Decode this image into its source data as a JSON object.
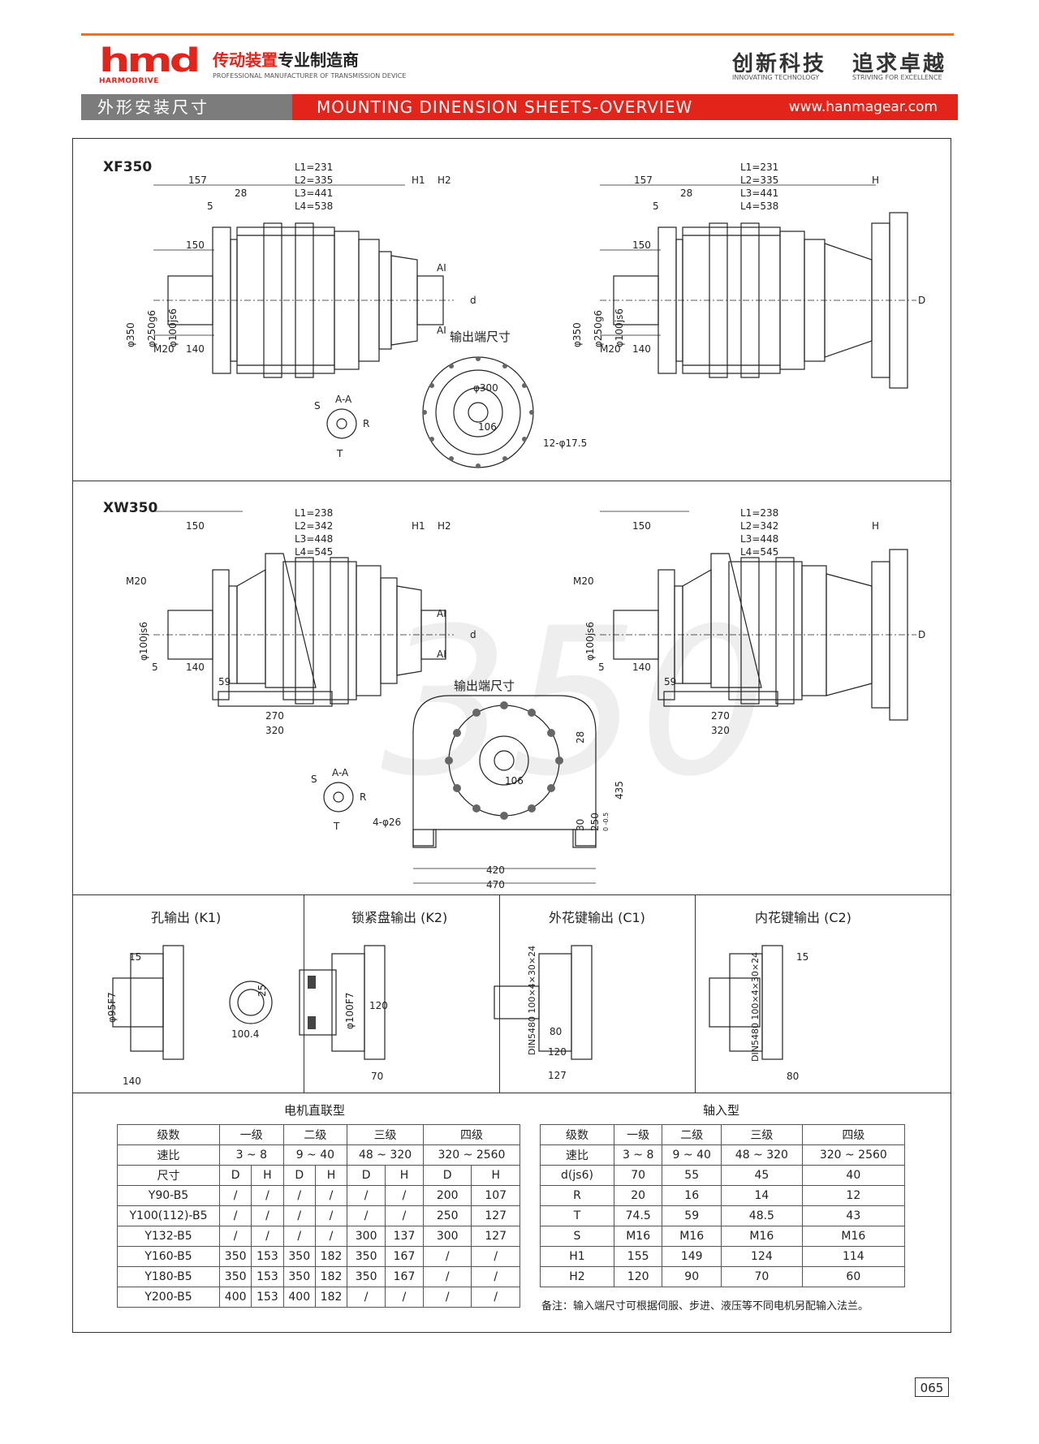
{
  "header": {
    "logo_text": "hmd",
    "logo_sub": "HARMODRIVE",
    "title_red": "传动装置",
    "title_black": "专业制造商",
    "title_en": "PROFESSIONAL MANUFACTURER OF TRANSMISSION DEVICE",
    "slogan1": "创新科技",
    "slogan1_en": "INNOVATING TECHNOLOGY",
    "slogan2": "追求卓越",
    "slogan2_en": "STRIVING FOR EXCELLENCE",
    "band_cn": "外形安装尺寸",
    "band_en": "MOUNTING DINENSION SHEETS-OVERVIEW",
    "website": "www.hanmagear.com"
  },
  "xf": {
    "label": "XF350",
    "l_values": [
      "L1=231",
      "L2=335",
      "L3=441",
      "L4=538"
    ],
    "d157": "157",
    "d28": "28",
    "d5": "5",
    "d150": "150",
    "d140": "140",
    "h1": "H1",
    "h2": "H2",
    "h": "H",
    "al": "AI",
    "d": "d",
    "dD": "D",
    "dia350": "φ350",
    "dia250": "φ250g6",
    "dia100": "φ100js6",
    "m20": "M20",
    "output_title": "输出端尺寸",
    "d300": "φ300",
    "d106": "106",
    "holes": "12-φ17.5",
    "aa": "A-A",
    "s": "S",
    "r": "R",
    "t": "T"
  },
  "xw": {
    "label": "XW350",
    "l_values": [
      "L1=238",
      "L2=342",
      "L3=448",
      "L4=545"
    ],
    "d150": "150",
    "d5": "5",
    "d140": "140",
    "d59": "59",
    "d270": "270",
    "d320": "320",
    "h1": "H1",
    "h2": "H2",
    "h": "H",
    "al": "AI",
    "d": "d",
    "dD": "D",
    "dia100": "φ100js6",
    "m20": "M20",
    "output_title": "输出端尺寸",
    "d28": "28",
    "d106": "106",
    "d435": "435",
    "d250": "250",
    "tol": "0\n-0.5",
    "d30": "30",
    "holes": "4-φ26",
    "d420": "420",
    "d470": "470",
    "aa": "A-A",
    "s": "S",
    "r": "R",
    "t": "T",
    "watermark": "350"
  },
  "outputs": [
    {
      "title": "孔输出 (K1)",
      "dims": [
        "15",
        "φ95F7",
        "25",
        "100.4",
        "140"
      ]
    },
    {
      "title": "锁紧盘输出 (K2)",
      "dims": [
        "φ100F7",
        "120",
        "70"
      ]
    },
    {
      "title": "外花键输出 (C1)",
      "dims": [
        "DIN5480 100×4×30×24",
        "80",
        "120",
        "127"
      ]
    },
    {
      "title": "内花键输出 (C2)",
      "dims": [
        "15",
        "DIN5480 100×4×30×24",
        "80"
      ]
    }
  ],
  "table1": {
    "title": "电机直联型",
    "rows": [
      [
        "级数",
        "一级",
        "二级",
        "三级",
        "四级"
      ],
      [
        "速比",
        "3 ~ 8",
        "9 ~ 40",
        "48 ~ 320",
        "320 ~ 2560"
      ],
      [
        "尺寸",
        "D",
        "H",
        "D",
        "H",
        "D",
        "H",
        "D",
        "H"
      ],
      [
        "Y90-B5",
        "/",
        "/",
        "/",
        "/",
        "/",
        "/",
        "200",
        "107"
      ],
      [
        "Y100(112)-B5",
        "/",
        "/",
        "/",
        "/",
        "/",
        "/",
        "250",
        "127"
      ],
      [
        "Y132-B5",
        "/",
        "/",
        "/",
        "/",
        "300",
        "137",
        "300",
        "127"
      ],
      [
        "Y160-B5",
        "350",
        "153",
        "350",
        "182",
        "350",
        "167",
        "/",
        "/"
      ],
      [
        "Y180-B5",
        "350",
        "153",
        "350",
        "182",
        "350",
        "167",
        "/",
        "/"
      ],
      [
        "Y200-B5",
        "400",
        "153",
        "400",
        "182",
        "/",
        "/",
        "/",
        "/"
      ]
    ]
  },
  "table2": {
    "title": "轴入型",
    "rows": [
      [
        "级数",
        "一级",
        "二级",
        "三级",
        "四级"
      ],
      [
        "速比",
        "3 ~ 8",
        "9 ~ 40",
        "48 ~ 320",
        "320 ~ 2560"
      ],
      [
        "d(js6)",
        "70",
        "55",
        "45",
        "40"
      ],
      [
        "R",
        "20",
        "16",
        "14",
        "12"
      ],
      [
        "T",
        "74.5",
        "59",
        "48.5",
        "43"
      ],
      [
        "S",
        "M16",
        "M16",
        "M16",
        "M16"
      ],
      [
        "H1",
        "155",
        "149",
        "124",
        "114"
      ],
      [
        "H2",
        "120",
        "90",
        "70",
        "60"
      ]
    ]
  },
  "note": "备注：输入端尺寸可根据伺服、步进、液压等不同电机另配输入法兰。",
  "page_number": "065"
}
